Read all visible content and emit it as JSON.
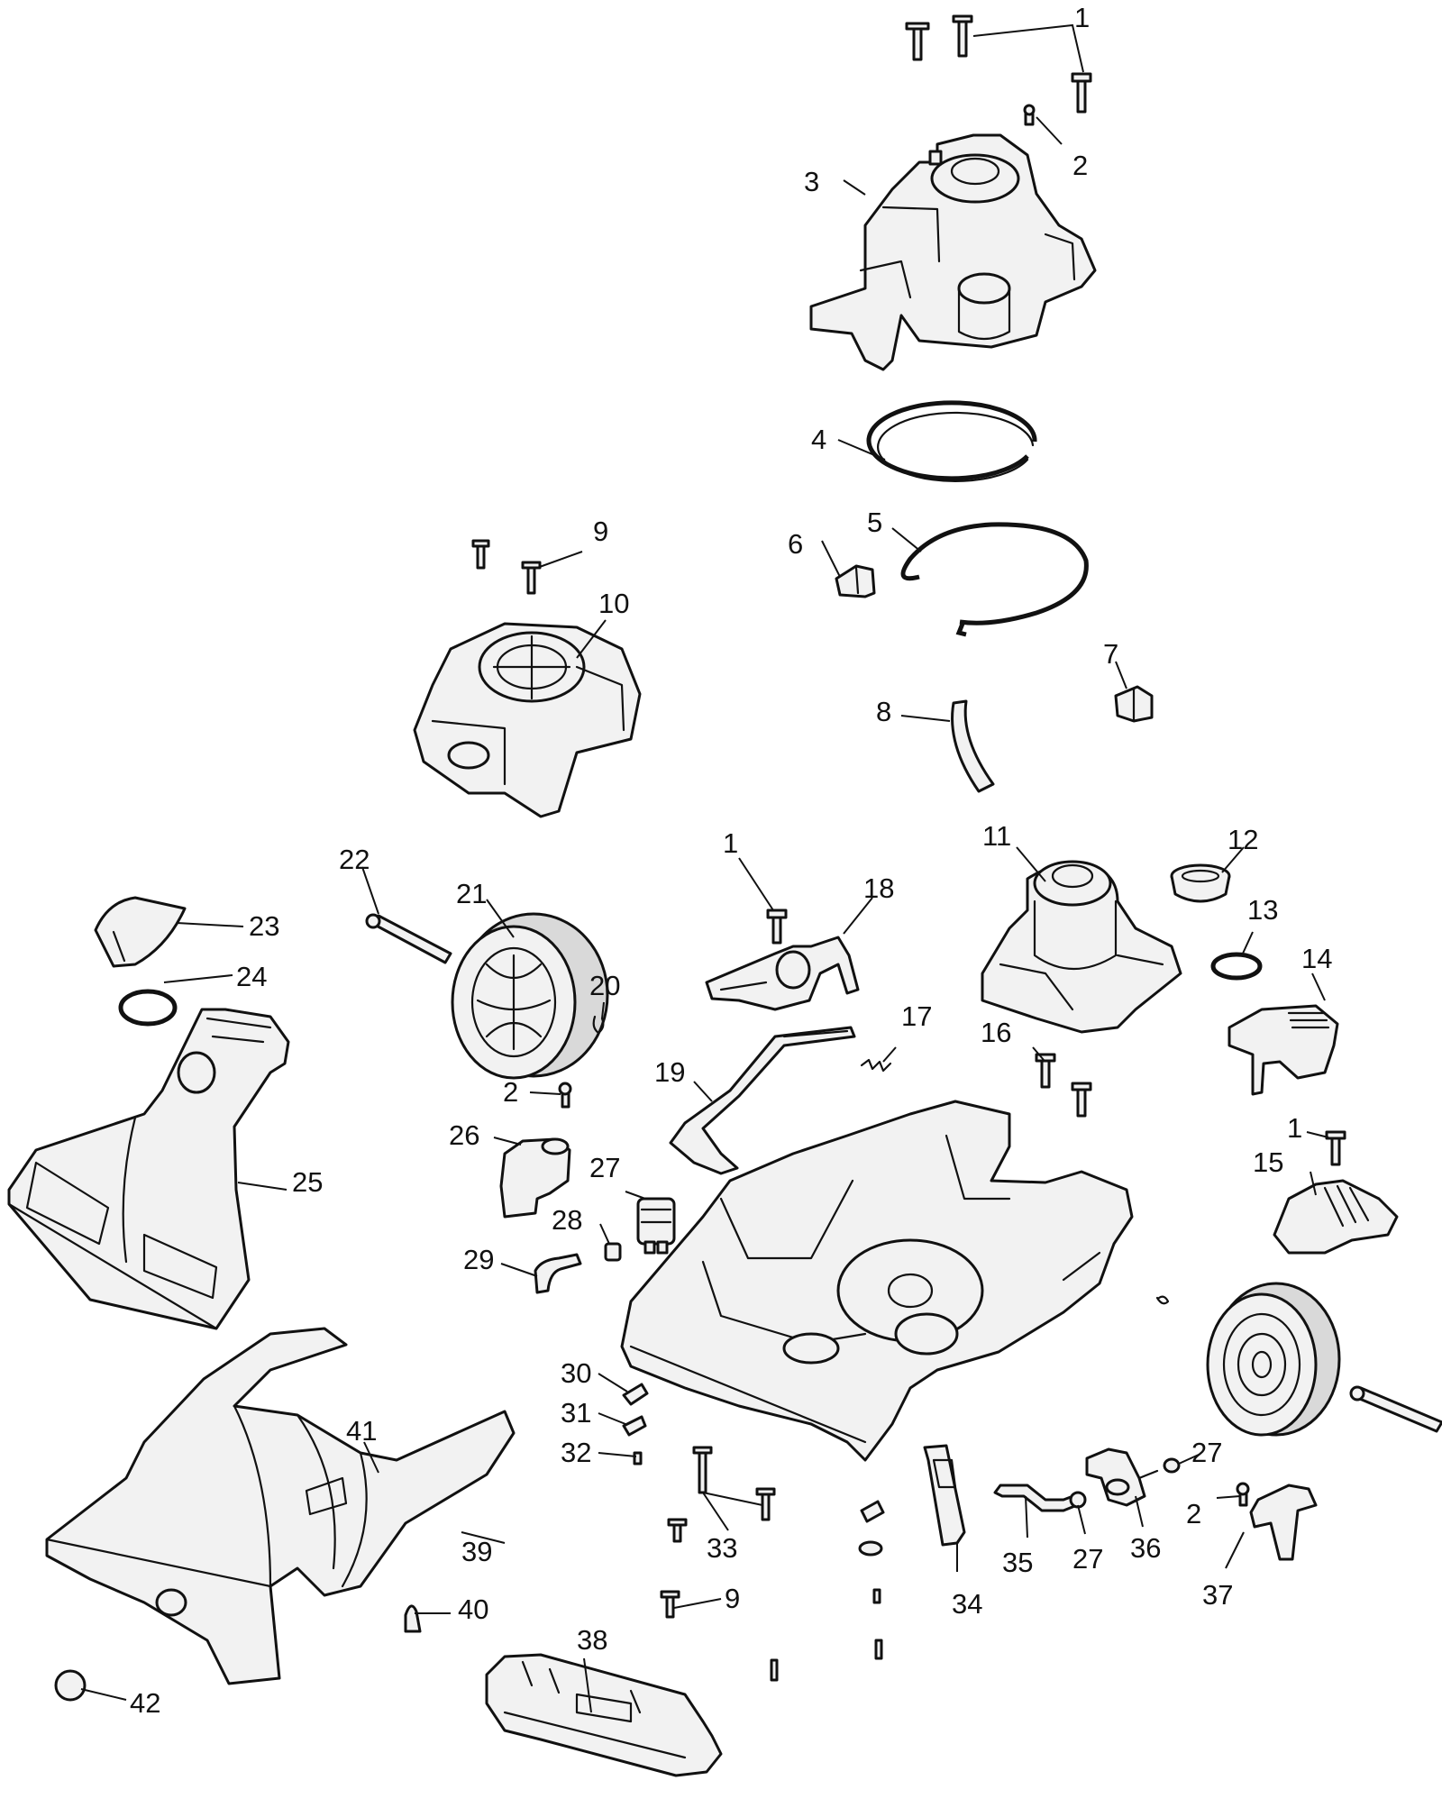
{
  "callouts": [
    {
      "id": "1",
      "num": "1"
    },
    {
      "id": "2",
      "num": "2"
    },
    {
      "id": "3",
      "num": "3"
    },
    {
      "id": "4",
      "num": "4"
    },
    {
      "id": "5",
      "num": "5"
    },
    {
      "id": "6",
      "num": "6"
    },
    {
      "id": "7",
      "num": "7"
    },
    {
      "id": "8",
      "num": "8"
    },
    {
      "id": "9",
      "num": "9"
    },
    {
      "id": "10",
      "num": "10"
    },
    {
      "id": "1b",
      "num": "1"
    },
    {
      "id": "11",
      "num": "11"
    },
    {
      "id": "12",
      "num": "12"
    },
    {
      "id": "22",
      "num": "22"
    },
    {
      "id": "21",
      "num": "21"
    },
    {
      "id": "18",
      "num": "18"
    },
    {
      "id": "13",
      "num": "13"
    },
    {
      "id": "23",
      "num": "23"
    },
    {
      "id": "14",
      "num": "14"
    },
    {
      "id": "24",
      "num": "24"
    },
    {
      "id": "20",
      "num": "20"
    },
    {
      "id": "17",
      "num": "17"
    },
    {
      "id": "16",
      "num": "16"
    },
    {
      "id": "19",
      "num": "19"
    },
    {
      "id": "2b",
      "num": "2"
    },
    {
      "id": "1c",
      "num": "1"
    },
    {
      "id": "26",
      "num": "26"
    },
    {
      "id": "15",
      "num": "15"
    },
    {
      "id": "25",
      "num": "25"
    },
    {
      "id": "27",
      "num": "27"
    },
    {
      "id": "28",
      "num": "28"
    },
    {
      "id": "29",
      "num": "29"
    },
    {
      "id": "30",
      "num": "30"
    },
    {
      "id": "31",
      "num": "31"
    },
    {
      "id": "32",
      "num": "32"
    },
    {
      "id": "27b",
      "num": "27"
    },
    {
      "id": "41",
      "num": "41"
    },
    {
      "id": "2c",
      "num": "2"
    },
    {
      "id": "33",
      "num": "33"
    },
    {
      "id": "39",
      "num": "39"
    },
    {
      "id": "35",
      "num": "35"
    },
    {
      "id": "27c",
      "num": "27"
    },
    {
      "id": "36",
      "num": "36"
    },
    {
      "id": "34",
      "num": "34"
    },
    {
      "id": "9b",
      "num": "9"
    },
    {
      "id": "40",
      "num": "40"
    },
    {
      "id": "37",
      "num": "37"
    },
    {
      "id": "38",
      "num": "38"
    },
    {
      "id": "42",
      "num": "42"
    }
  ]
}
